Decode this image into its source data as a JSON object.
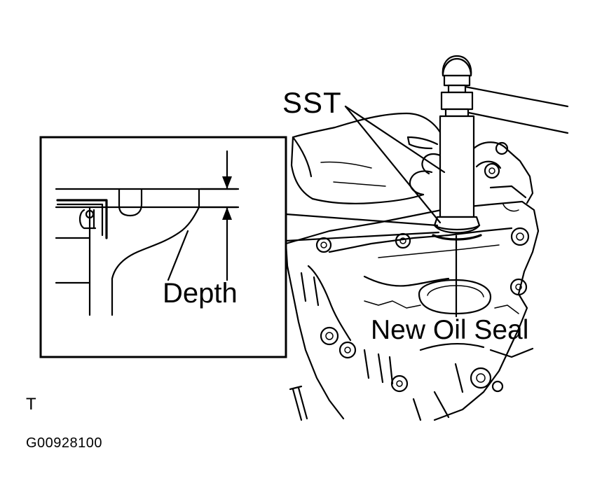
{
  "figure": {
    "labels": {
      "sst": "SST",
      "depth": "Depth",
      "new_oil_seal": "New Oil Seal",
      "view_marker": "T",
      "figure_id": "G00928100"
    },
    "colors": {
      "ink": "#000000",
      "paper": "#ffffff"
    }
  }
}
